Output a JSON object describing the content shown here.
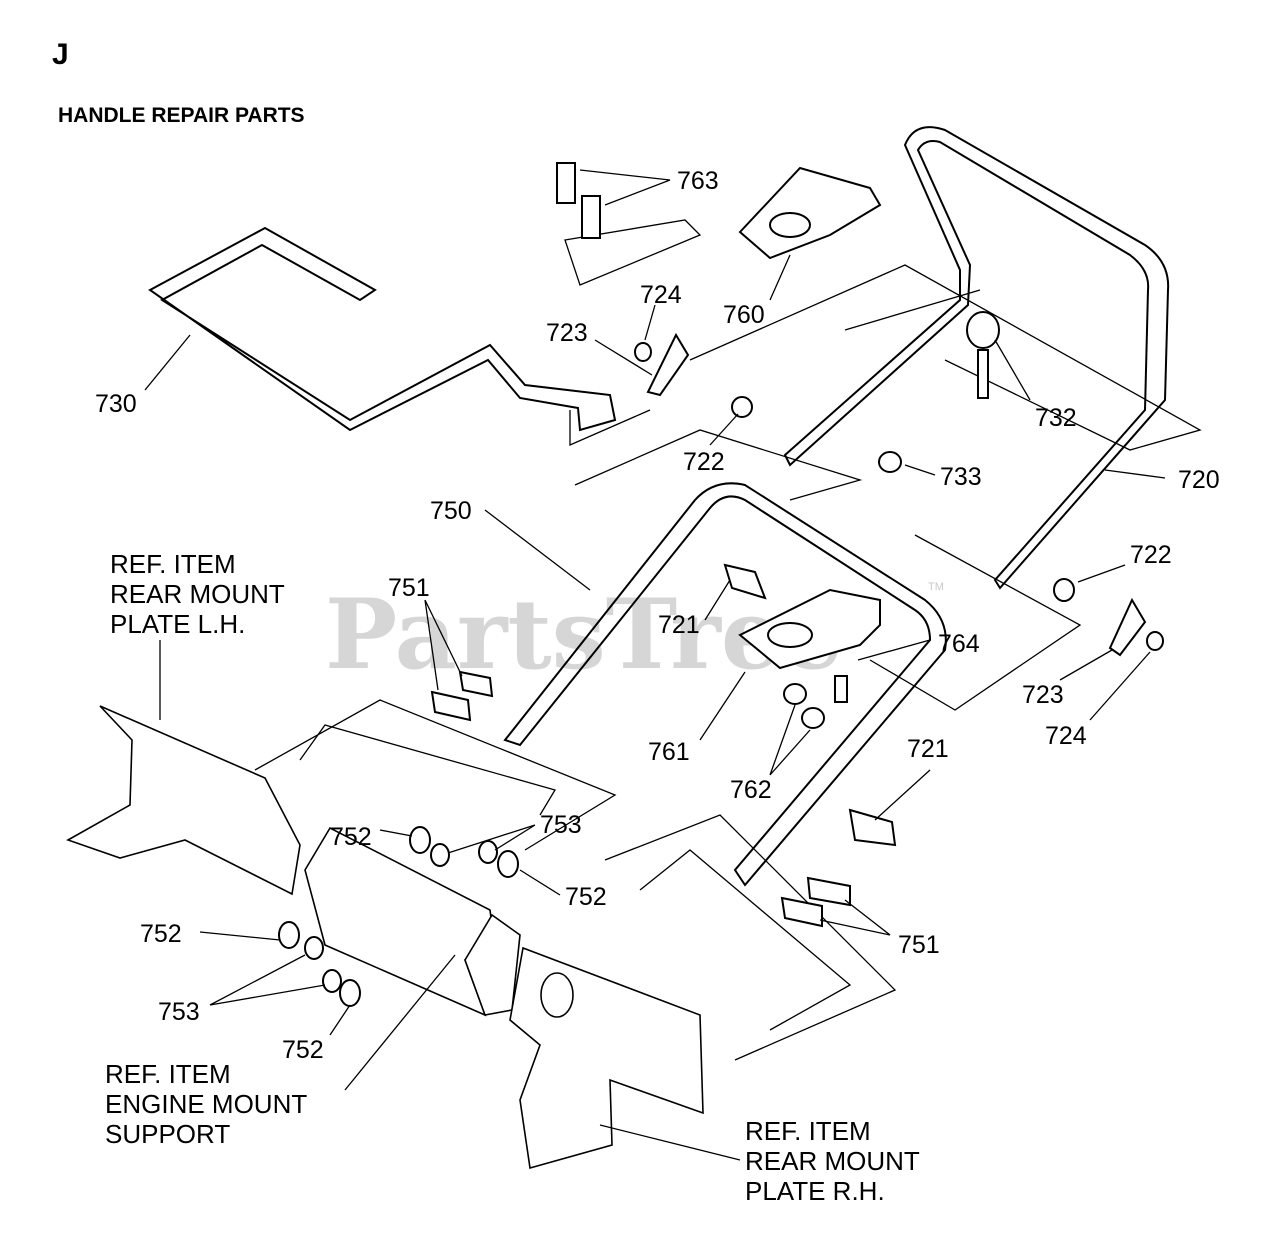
{
  "section_letter": "J",
  "title": "HANDLE REPAIR PARTS",
  "watermark": "PartsTree",
  "watermark_tm": "TM",
  "callouts": [
    {
      "id": "763",
      "text": "763"
    },
    {
      "id": "724-top",
      "text": "724"
    },
    {
      "id": "723-top",
      "text": "723"
    },
    {
      "id": "760",
      "text": "760"
    },
    {
      "id": "730",
      "text": "730"
    },
    {
      "id": "722-top",
      "text": "722"
    },
    {
      "id": "732",
      "text": "732"
    },
    {
      "id": "733",
      "text": "733"
    },
    {
      "id": "720",
      "text": "720"
    },
    {
      "id": "750",
      "text": "750"
    },
    {
      "id": "751-left",
      "text": "751"
    },
    {
      "id": "721-left",
      "text": "721"
    },
    {
      "id": "764",
      "text": "764"
    },
    {
      "id": "722-right",
      "text": "722"
    },
    {
      "id": "723-right",
      "text": "723"
    },
    {
      "id": "724-right",
      "text": "724"
    },
    {
      "id": "761",
      "text": "761"
    },
    {
      "id": "762",
      "text": "762"
    },
    {
      "id": "721-right",
      "text": "721"
    },
    {
      "id": "752-a",
      "text": "752"
    },
    {
      "id": "753-a",
      "text": "753"
    },
    {
      "id": "752-b",
      "text": "752"
    },
    {
      "id": "752-c",
      "text": "752"
    },
    {
      "id": "753-b",
      "text": "753"
    },
    {
      "id": "752-d",
      "text": "752"
    },
    {
      "id": "751-right",
      "text": "751"
    }
  ],
  "reference_labels": {
    "rear_mount_lh": [
      "REF. ITEM",
      "REAR MOUNT",
      "PLATE L.H."
    ],
    "engine_mount": [
      "REF. ITEM",
      "ENGINE MOUNT",
      "SUPPORT"
    ],
    "rear_mount_rh": [
      "REF. ITEM",
      "REAR MOUNT",
      "PLATE R.H."
    ]
  }
}
